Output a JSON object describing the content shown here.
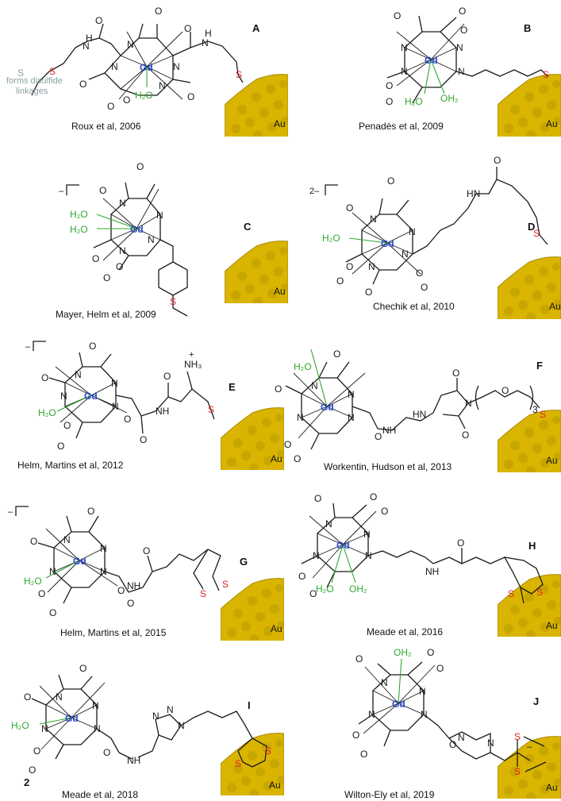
{
  "atoms": {
    "gd": "Gd",
    "n": "N",
    "o": "O",
    "h": "H",
    "hn": "HN",
    "nh": "NH",
    "s": "S",
    "water": "H₂O",
    "water_r": "OH₂",
    "nh3": "NH₃",
    "plus": "+",
    "minus": "–",
    "three": "3"
  },
  "colors": {
    "gadolinium": "#2a4bd0",
    "water": "#2ea82e",
    "sulfur": "#e0262b",
    "gold_fill": "#d9b400",
    "gold_edge": "#a88a00",
    "gold_pore": "#b89a00"
  },
  "charge_labels": {
    "mono_anion": "–",
    "di_anion": "2–"
  },
  "note_disulfide": "forms disulfide linkages",
  "note_lines": [
    "forms disulfide",
    "linkages"
  ],
  "surface_label": "Au",
  "compound_number": "2",
  "panels": [
    {
      "letter": "A",
      "citation": "Roux et al, 2006"
    },
    {
      "letter": "B",
      "citation": "Penadés et al, 2009"
    },
    {
      "letter": "C",
      "citation": "Mayer, Helm et al, 2009"
    },
    {
      "letter": "D",
      "citation": "Chechik et al, 2010"
    },
    {
      "letter": "E",
      "citation": "Helm, Martins et al, 2012"
    },
    {
      "letter": "F",
      "citation": "Workentin, Hudson et al, 2013"
    },
    {
      "letter": "G",
      "citation": "Helm, Martins et al, 2015"
    },
    {
      "letter": "H",
      "citation": "Meade et al, 2016"
    },
    {
      "letter": "I",
      "citation": "Meade et al, 2018"
    },
    {
      "letter": "J",
      "citation": "Wilton-Ely et al, 2019"
    }
  ]
}
